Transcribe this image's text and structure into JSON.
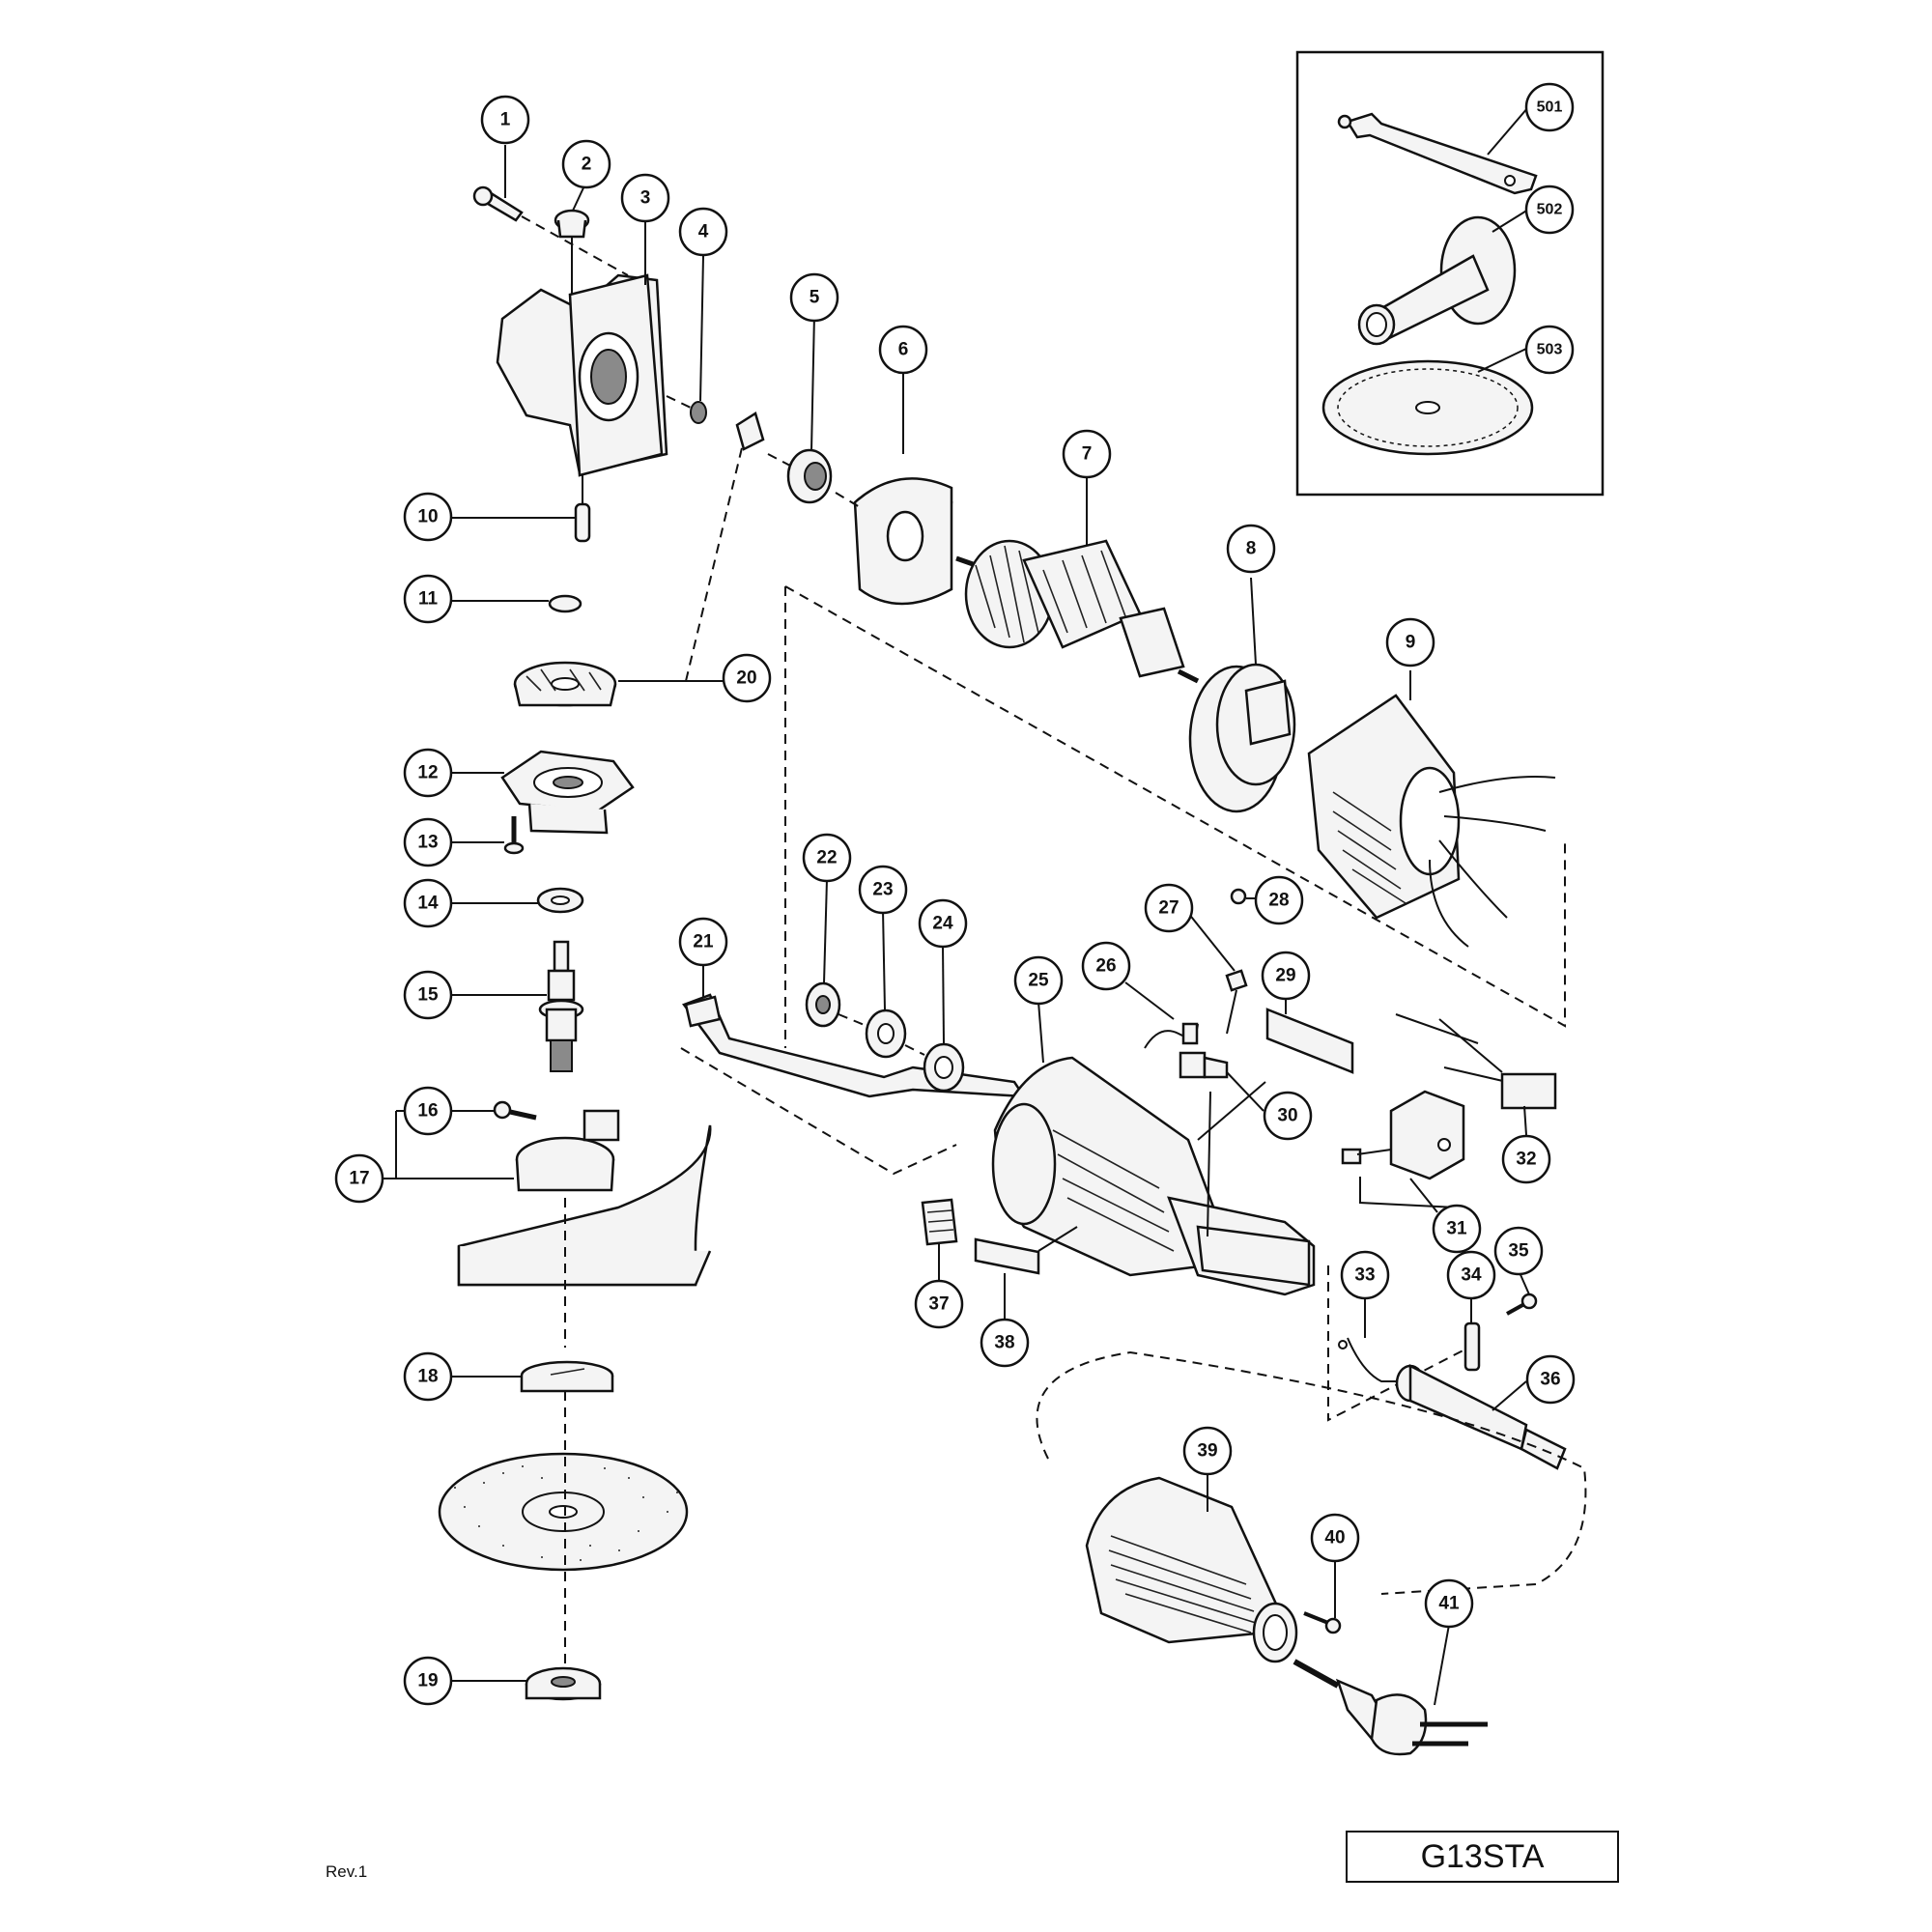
{
  "model": "G13STA",
  "revision": "Rev.1",
  "callouts": [
    "1",
    "2",
    "3",
    "4",
    "5",
    "6",
    "7",
    "8",
    "9",
    "10",
    "11",
    "12",
    "13",
    "14",
    "15",
    "16",
    "17",
    "18",
    "19",
    "20",
    "21",
    "22",
    "23",
    "24",
    "25",
    "26",
    "27",
    "28",
    "29",
    "30",
    "31",
    "32",
    "33",
    "34",
    "35",
    "36",
    "37",
    "38",
    "39",
    "40",
    "41",
    "501",
    "502",
    "503"
  ],
  "inset_callouts": [
    "501",
    "502",
    "503"
  ]
}
